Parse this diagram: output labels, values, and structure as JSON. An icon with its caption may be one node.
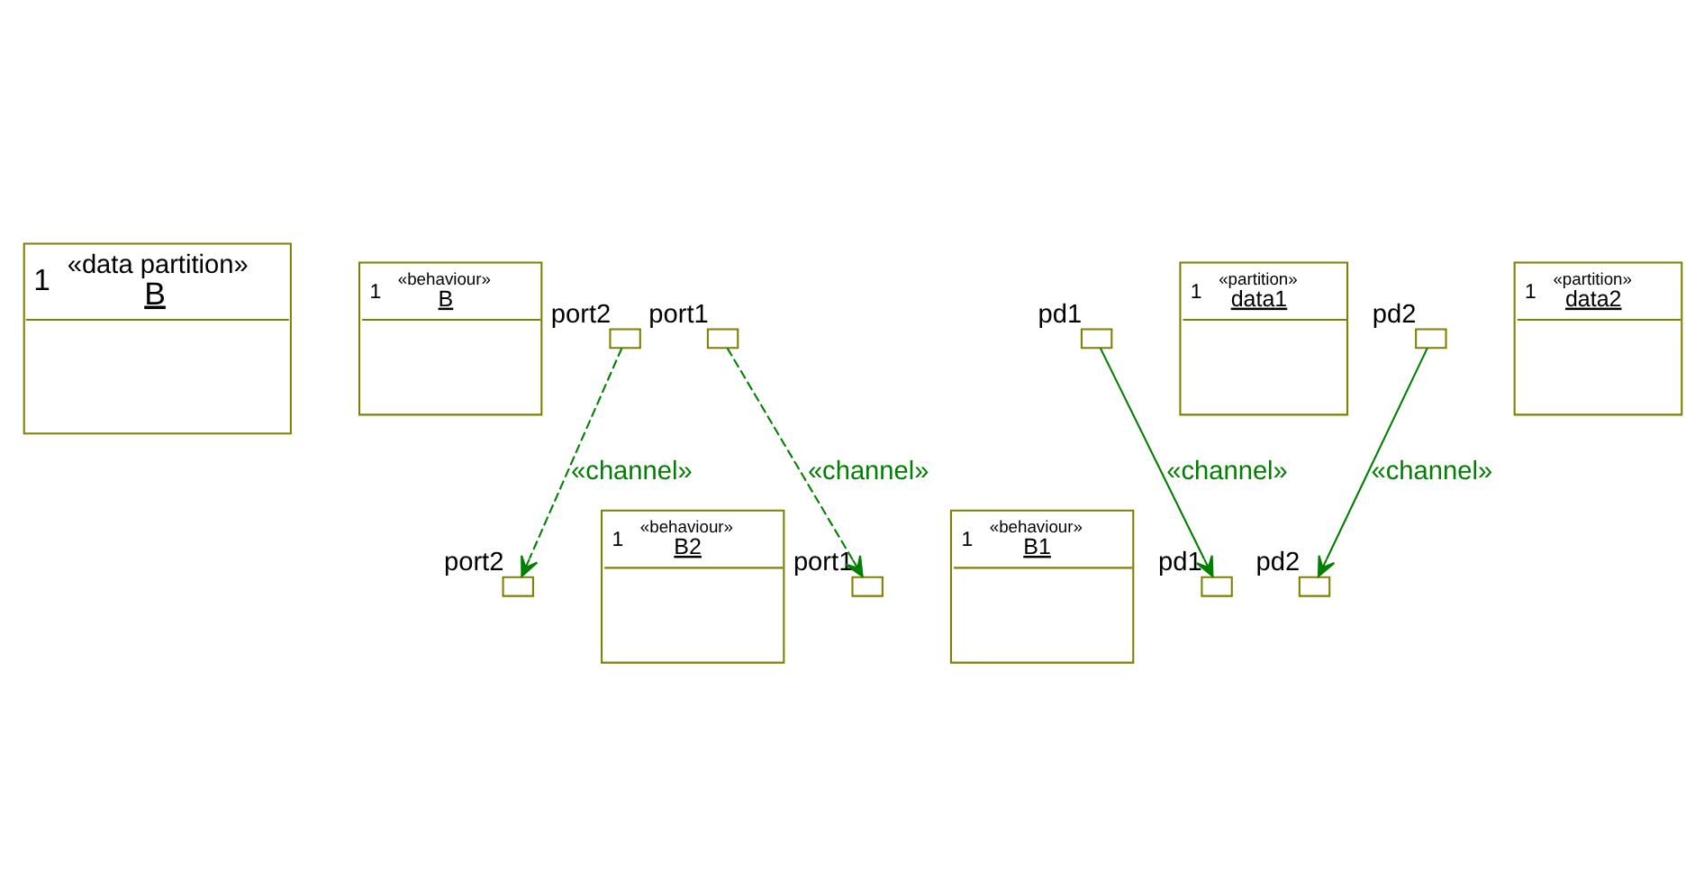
{
  "diagram": {
    "nodes": [
      {
        "text": [
          "1",
          "«data partition»",
          "B"
        ]
      },
      {
        "text": [
          "1",
          "«behaviour»",
          "B"
        ]
      },
      {
        "text": [],
        "shape": "box",
        "beside": [
          "port1"
        ]
      },
      {
        "text": [],
        "shape": "box",
        "beside": [
          "port2"
        ]
      },
      {
        "text": [],
        "shape": "box",
        "beside": [
          "port1"
        ]
      },
      {
        "text": [],
        "shape": "box",
        "beside": [
          "port2"
        ]
      },
      {
        "text": [
          "1",
          "«behaviour»",
          "B1"
        ]
      },
      {
        "text": [
          "1",
          "«behaviour»",
          "B2"
        ]
      },
      {
        "text": [],
        "shape": "box",
        "beside": [
          "pd1"
        ]
      },
      {
        "text": [],
        "shape": "box",
        "beside": [
          "pd2"
        ]
      },
      {
        "text": [],
        "shape": "box",
        "beside": [
          "pd1"
        ]
      },
      {
        "text": [],
        "shape": "box",
        "beside": [
          "pd2"
        ]
      },
      {
        "text": [
          "1",
          "«partition»",
          "data1"
        ]
      },
      {
        "text": [
          "1",
          "«partition»",
          "data2"
        ]
      }
    ],
    "edges": [
      {
        "from": 2,
        "to": 4,
        "arrow": "to",
        "label": "«channel»",
        "style": "dashed"
      },
      {
        "from": 3,
        "to": 5,
        "arrow": "to",
        "label": "«channel»",
        "style": "dashed"
      },
      {
        "from": 10,
        "to": 8,
        "arrow": "to",
        "label": "«channel»"
      },
      {
        "from": 11,
        "to": 9,
        "arrow": "to",
        "label": "«channel»"
      }
    ]
  }
}
